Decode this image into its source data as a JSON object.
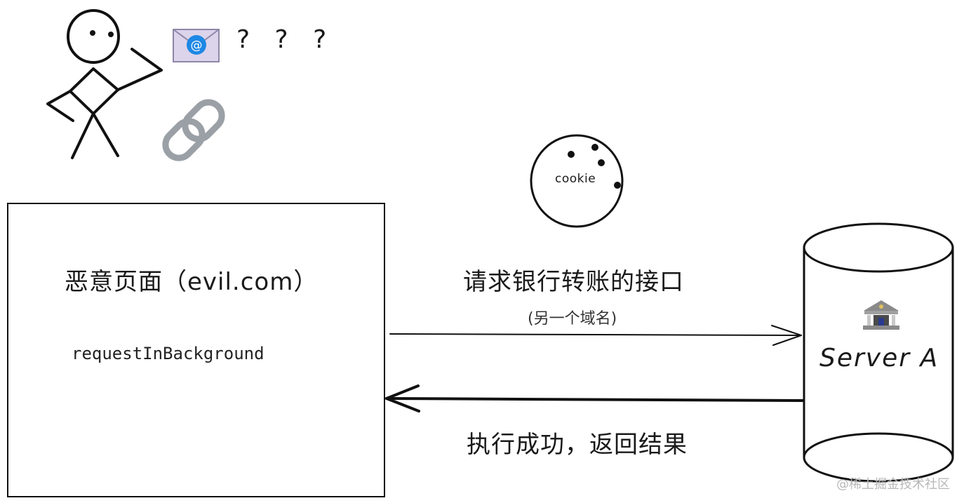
{
  "evil_page": {
    "title": "恶意页面（evil.com）",
    "code": "requestInBackground"
  },
  "request": {
    "label": "请求银行转账的接口",
    "sublabel": "(另一个域名)"
  },
  "response": {
    "label": "执行成功，返回结果"
  },
  "server": {
    "label": "Server A"
  },
  "cookie": {
    "label": "cookie"
  },
  "user": {
    "question_marks": "? ? ?"
  },
  "watermark": "@稀土掘金技术社区",
  "icons": {
    "mail": "email-icon",
    "link": "link-icon",
    "bank": "bank-icon"
  }
}
